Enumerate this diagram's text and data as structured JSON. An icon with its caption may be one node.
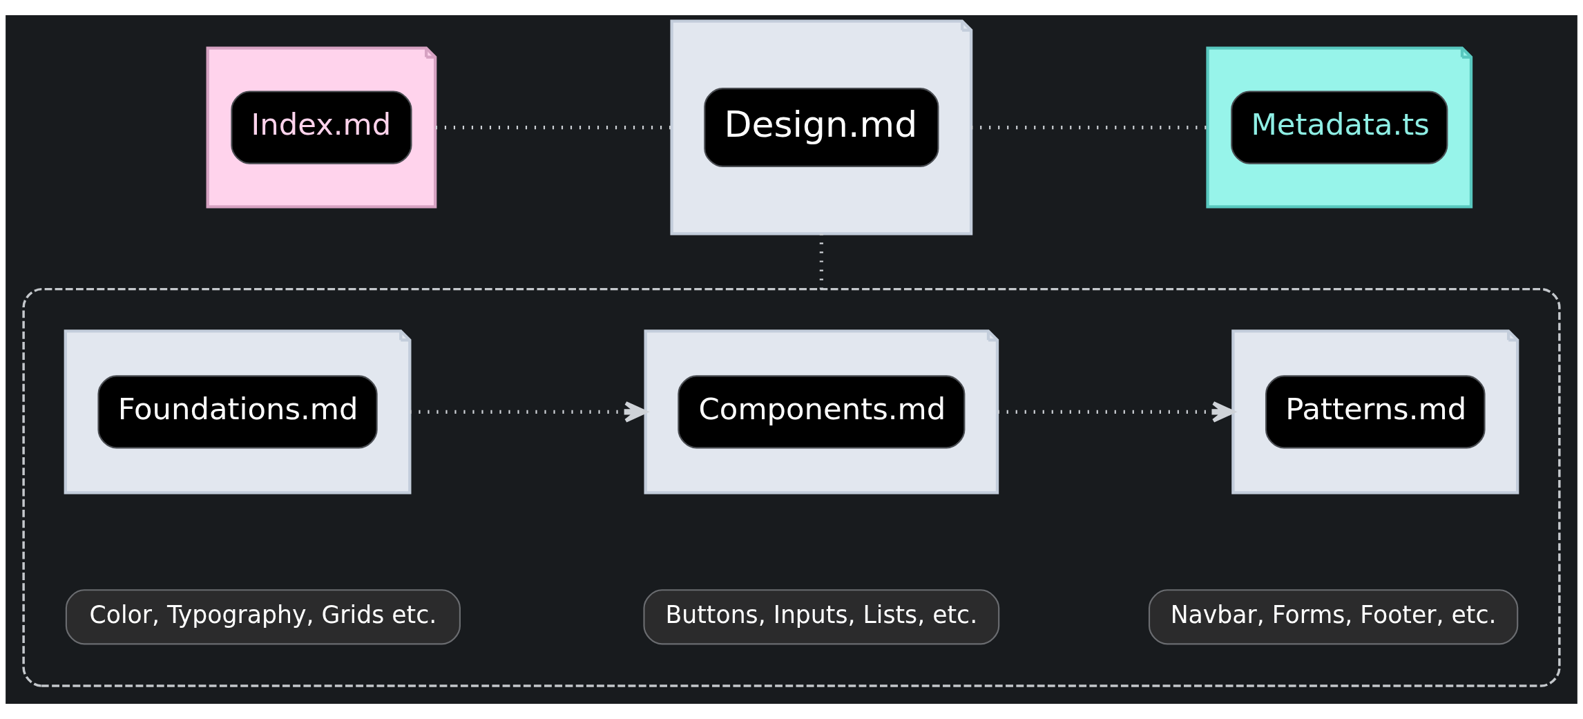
{
  "diagram": {
    "nodes": [
      {
        "text": [
          "Design.md"
        ]
      },
      {
        "text": [
          "Index.md"
        ]
      },
      {
        "text": [
          "Metadata.ts"
        ]
      },
      {
        "text": [],
        "shape": "box"
      },
      {
        "text": [
          "Foundations.md"
        ],
        "in": 3
      },
      {
        "text": [
          "Components.md"
        ],
        "in": 3
      },
      {
        "text": [
          "Patterns.md"
        ],
        "in": 3
      },
      {
        "text": [
          "Color, Typography, Grids etc."
        ],
        "in": 3
      },
      {
        "text": [
          "Buttons, Inputs, Lists, etc."
        ],
        "in": 3
      },
      {
        "text": [
          "Navbar, Forms, Footer, etc."
        ],
        "in": 3
      }
    ],
    "edges": [
      {
        "from": 1,
        "to": 0,
        "arrow": "none"
      },
      {
        "from": 0,
        "to": 2,
        "arrow": "none"
      },
      {
        "from": 0,
        "to": 3,
        "arrow": "none"
      },
      {
        "from": 4,
        "to": 5,
        "arrow": "to"
      },
      {
        "from": 5,
        "to": 6,
        "arrow": "to"
      }
    ]
  }
}
